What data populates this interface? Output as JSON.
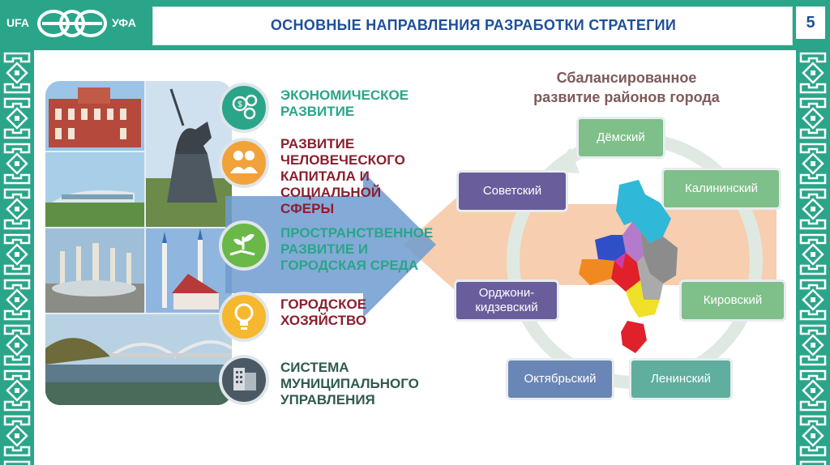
{
  "header": {
    "logo_left": "UFA",
    "logo_right": "УФА",
    "title": "ОСНОВНЫЕ НАПРАВЛЕНИЯ РАЗРАБОТКИ СТРАТЕГИИ",
    "page_number": "5"
  },
  "directions": [
    {
      "label": "ЭКОНОМИЧЕСКОЕ\nРАЗВИТИЕ",
      "icon": "coins-icon",
      "color": "#2aa58a",
      "circle": "#2aa58a"
    },
    {
      "label": "РАЗВИТИЕ\nЧЕЛОВЕЧЕСКОГО\nКАПИТАЛА И\nСОЦИАЛЬНОЙ\nСФЕРЫ",
      "icon": "people-icon",
      "color": "#8b1e2e",
      "circle": "#f2a23a"
    },
    {
      "label": "ПРОСТРАНСТВЕННОЕ\nРАЗВИТИЕ И\nГОРОДСКАЯ СРЕДА",
      "icon": "plant-hand-icon",
      "color": "#2aa58a",
      "circle": "#69b848"
    },
    {
      "label": "ГОРОДСКОЕ\nХОЗЯЙСТВО",
      "icon": "lightbulb-icon",
      "color": "#8b1e2e",
      "circle": "#f5b82e"
    },
    {
      "label": "СИСТЕМА\nМУНИЦИПАЛЬНОГО\nУПРАВЛЕНИЯ",
      "icon": "buildings-icon",
      "color": "#2f5a4f",
      "circle": "#4b5964"
    }
  ],
  "right_title": "Сбалансированное\nразвитие районов города",
  "districts": [
    {
      "name": "Дёмский"
    },
    {
      "name": "Калининский"
    },
    {
      "name": "Кировский"
    },
    {
      "name": "Ленинский"
    },
    {
      "name": "Октябрьский"
    },
    {
      "name": "Орджони-\nкидзевский"
    },
    {
      "name": "Советский"
    }
  ]
}
